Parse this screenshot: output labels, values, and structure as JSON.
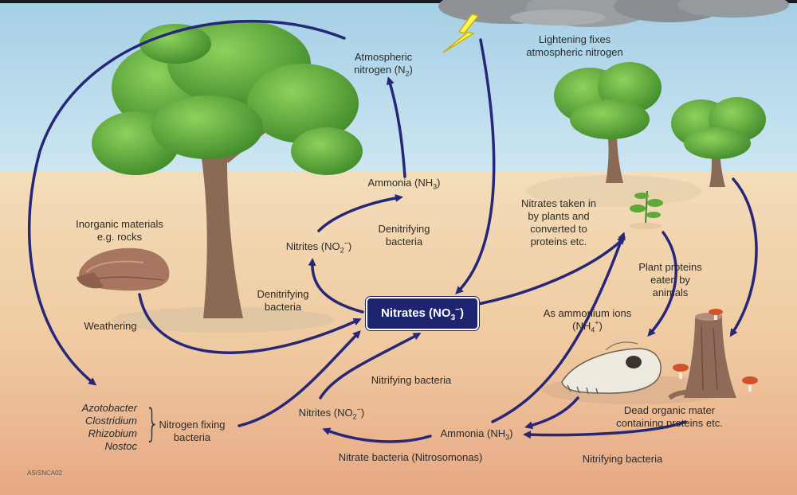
{
  "colors": {
    "sky_top": "#a5cfe5",
    "soil_top": "#f3ddb9",
    "soil_bottom": "#e7a884",
    "arrow": "#27277a",
    "box": "#1f2470",
    "leaf": "#5fa83a",
    "trunk": "#8b6a55"
  },
  "icons": [
    "lightning-bolt-icon",
    "storm-cloud-icon",
    "large-tree-icon",
    "small-tree-icon",
    "rock-icon",
    "sprout-icon",
    "animal-skull-icon",
    "tree-stump-icon",
    "mushroom-icon"
  ],
  "center": {
    "main": "Nitrates (NO",
    "sub": "3",
    "sup": "−",
    "close": ")"
  },
  "labels": {
    "atmospheric": {
      "line1": "Atmospheric",
      "line2": "nitrogen (N",
      "sub": "2",
      "close": ")"
    },
    "lightning": {
      "line1": "Lightening fixes",
      "line2": "atmospheric nitrogen"
    },
    "ammonia_top": {
      "text": "Ammonia (NH",
      "sub": "3",
      "close": ")"
    },
    "denitrifying_1": {
      "line1": "Denitrifying",
      "line2": "bacteria"
    },
    "nitrites_top": {
      "text": "Nitrites (NO",
      "sub": "2",
      "sup": "−",
      "close": ")"
    },
    "denitrifying_2": {
      "line1": "Denitrifying",
      "line2": "bacteria"
    },
    "inorganic": {
      "line1": "Inorganic materials",
      "line2": "e.g. rocks"
    },
    "weathering": "Weathering",
    "plants_take": {
      "line1": "Nitrates taken in",
      "line2": "by plants and",
      "line3": "converted to",
      "line4": "proteins etc."
    },
    "plant_proteins": {
      "line1": "Plant proteins",
      "line2": "eaten by",
      "line3": "animals"
    },
    "ammonium": {
      "line1": "As ammonium ions",
      "line2": "(NH",
      "sub": "4",
      "sup": "+",
      "close": ")"
    },
    "nitrifying_mid": "Nitrifying bacteria",
    "nitrites_bottom": {
      "text": "Nitrites (NO",
      "sub": "2",
      "sup": "−",
      "close": ")"
    },
    "ammonia_bottom": {
      "text": "Ammonia (NH",
      "sub": "3",
      "close": ")"
    },
    "dead_organic": {
      "line1": "Dead organic mater",
      "line2": "containing proteins etc."
    },
    "nitrate_bacteria": "Nitrate bacteria (Nitrosomonas)",
    "nitrifying_bottom": "Nitrifying bacteria",
    "bacteria_list": [
      "Azotobacter",
      "Clostridium",
      "Rhizobium",
      "Nostoc"
    ],
    "nitrogen_fixing": {
      "line1": "Nitrogen fixing",
      "line2": "bacteria"
    },
    "code": "AS/SNCA02"
  }
}
